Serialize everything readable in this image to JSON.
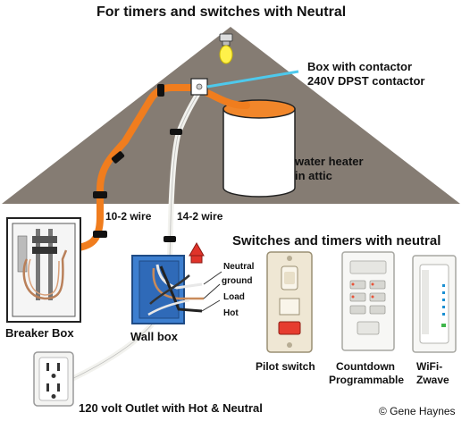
{
  "title": "For timers and switches with Neutral",
  "labels": {
    "contactor_box": "Box with contactor",
    "contactor_type": "240V DPST contactor",
    "water_heater_line1": "water heater",
    "water_heater_line2": "in attic",
    "wire_10_2": "10-2 wire",
    "wire_14_2": "14-2 wire",
    "breaker_box": "Breaker Box",
    "wall_box": "Wall box",
    "neutral": "Neutral",
    "ground": "ground",
    "load": "Load",
    "hot": "Hot",
    "outlet": "120 volt Outlet with Hot & Neutral"
  },
  "switches_heading": "Switches and timers with neutral",
  "switches": [
    {
      "line1": "Pilot switch",
      "line2": ""
    },
    {
      "line1": "Countdown",
      "line2": "Programmable"
    },
    {
      "line1": "WiFi-",
      "line2": "Zwave"
    }
  ],
  "copyright": "© Gene Haynes",
  "colors": {
    "attic": "#857c73",
    "cable_orange": "#f07d1e",
    "cable_white": "#f2f2ee",
    "clip": "#111111",
    "wall_box": "#3d7fd0",
    "pointer": "#4ec9ec",
    "tank": "#ffffff",
    "tank_top": "#f1862a",
    "bulb": "#fff14a"
  },
  "icons": [
    "ceiling-light-icon",
    "breaker-box-icon",
    "wall-box-icon",
    "pilot-switch-icon",
    "countdown-timer-icon",
    "wifi-switch-icon",
    "outlet-icon",
    "wire-nut-icon"
  ]
}
